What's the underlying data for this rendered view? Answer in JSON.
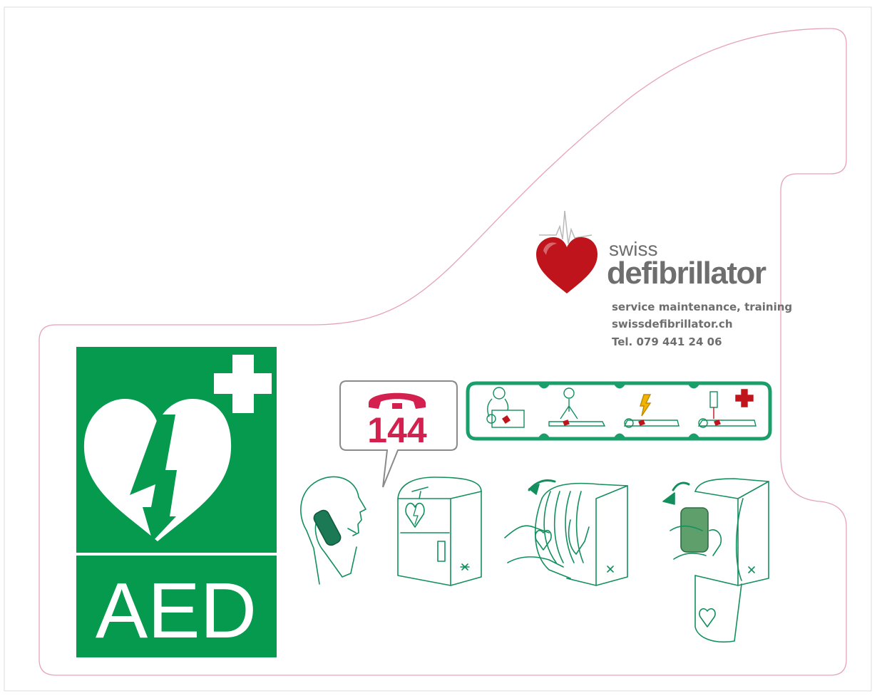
{
  "logo": {
    "brand_small": "swiss",
    "brand_large": "defibrillator",
    "info_lines": [
      "service maintenance, training",
      "swissdefibrillator.ch",
      "Tel. 079 441 24 06"
    ]
  },
  "sign": {
    "label": "AED"
  },
  "emergency": {
    "number": "144"
  },
  "colors": {
    "aed_green": "#069a4f",
    "line_green": "#138f5e",
    "emergency_red": "#d4204e",
    "heart_red": "#c0141c",
    "brand_gray": "#6e6e6e",
    "outline_pink": "#e6a3b6"
  },
  "icons": {
    "sign": [
      "heart-bolt-icon",
      "plus-icon"
    ],
    "steps": [
      "phone-call-icon",
      "aed-cabinet-icon",
      "open-door-icon",
      "remove-aed-icon"
    ],
    "strip": [
      "check-response-icon",
      "cpr-icon",
      "shock-icon",
      "first-aid-icon"
    ]
  }
}
